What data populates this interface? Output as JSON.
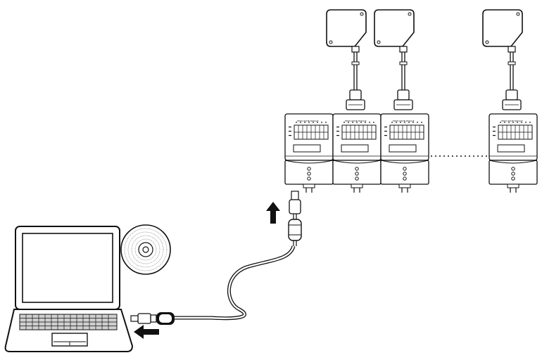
{
  "diagram": {
    "colors": {
      "line": "#111111",
      "fill": "#ffffff",
      "shade": "#cfcfcf",
      "dark": "#111111"
    },
    "amplifier_units": [
      {
        "id": "unit-1",
        "header_text": "PDDS RSDB SRDALE"
      },
      {
        "id": "unit-2",
        "header_text": "PDDS RSDB SRDALE"
      },
      {
        "id": "unit-3",
        "header_text": "PDDS RSDB SRDALE"
      },
      {
        "id": "unit-n",
        "header_text": "PDDS RSDB SRDALE"
      }
    ],
    "sensor_heads": [
      {
        "id": "sensor-1"
      },
      {
        "id": "sensor-2"
      },
      {
        "id": "sensor-n"
      }
    ],
    "icons": {
      "pc": "laptop-icon",
      "media": "cd-rom-icon",
      "direction_up": "arrow-up-icon",
      "direction_left": "arrow-left-icon"
    }
  }
}
